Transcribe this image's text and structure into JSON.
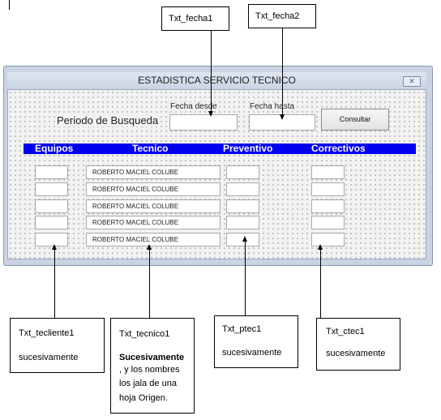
{
  "window": {
    "title": "ESTADISTICA SERVICIO TECNICO",
    "close_glyph": "✕"
  },
  "search": {
    "periodo_label": "Periodo de Busqueda",
    "fecha_desde_label": "Fecha desde",
    "fecha_hasta_label": "Fecha hasta",
    "consultar_label": "Consultar"
  },
  "table": {
    "headers": [
      "Equipos",
      "Tecnico",
      "Preventivo",
      "Correctivos"
    ],
    "rows": [
      {
        "tecnico": "ROBERTO MACIEL COLUBE"
      },
      {
        "tecnico": "ROBERTO MACIEL COLUBE"
      },
      {
        "tecnico": "ROBERTO MACIEL COLUBE"
      },
      {
        "tecnico": "ROBERTO MACIEL COLUBE"
      },
      {
        "tecnico": "ROBERTO MACIEL COLUBE"
      }
    ]
  },
  "annotations": {
    "txt_fecha1": "Txt_fecha1",
    "txt_fecha2": "Txt_fecha2",
    "tecliente": {
      "name": "Txt_tecliente1",
      "note": "sucesivamente"
    },
    "tecnico": {
      "name": "Txt_tecnico1",
      "note_bold": "Sucesivamente",
      "note_rest": [
        ", y los nombres",
        "los jala de una",
        "hoja Origen."
      ]
    },
    "ptec": {
      "name": "Txt_ptec1",
      "note": "sucesivamente"
    },
    "ctec": {
      "name": "Txt_ctec1",
      "note": "sucesivamente"
    }
  },
  "colors": {
    "header_bar": "#0000ee",
    "header_text": "#ffffff"
  }
}
